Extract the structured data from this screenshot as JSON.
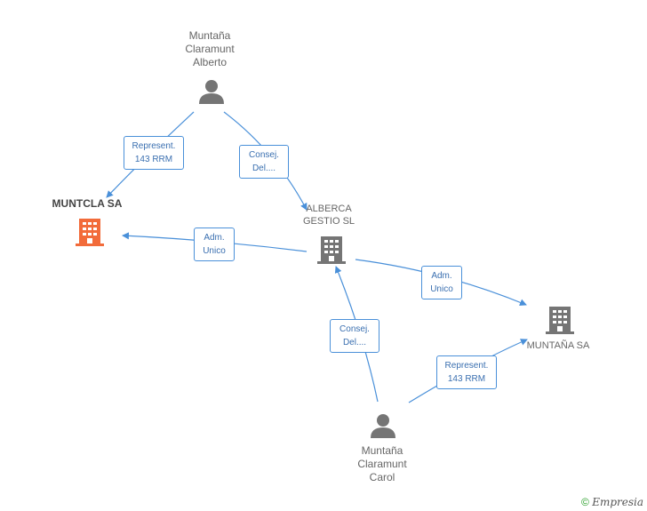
{
  "nodes": {
    "person_alberto": {
      "label": "Muntaña\nClaramunt\nAlberto"
    },
    "person_carol": {
      "label": "Muntaña\nClaramunt\nCarol"
    },
    "muntcla": {
      "label": "MUNTCLA SA"
    },
    "alberca": {
      "label": "ALBERCA\nGESTIO SL"
    },
    "muntana": {
      "label": "MUNTAÑA SA"
    }
  },
  "edges": {
    "e1": {
      "label": "Represent.\n143 RRM"
    },
    "e2": {
      "label": "Consej.\nDel...."
    },
    "e3": {
      "label": "Adm.\nUnico"
    },
    "e4": {
      "label": "Adm.\nUnico"
    },
    "e5": {
      "label": "Consej.\nDel...."
    },
    "e6": {
      "label": "Represent.\n143 RRM"
    }
  },
  "colors": {
    "edge": "#4a90d9",
    "person": "#757575",
    "company": "#757575",
    "focus_company": "#f26b3a"
  },
  "footer": {
    "copyright": "©",
    "brand": "Empresia"
  }
}
